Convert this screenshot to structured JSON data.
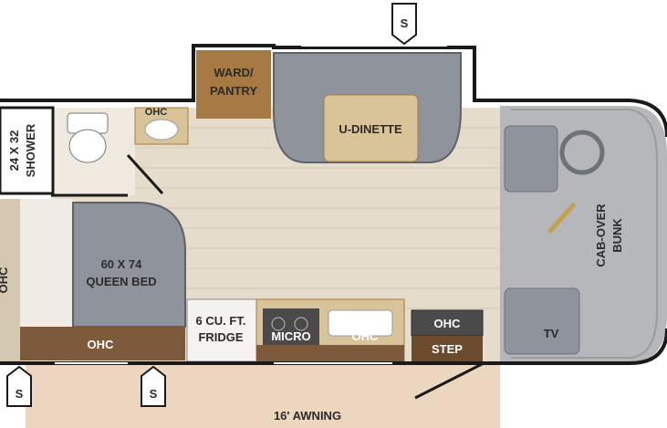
{
  "labels": {
    "ward_pantry_1": "WARD/",
    "ward_pantry_2": "PANTRY",
    "u_dinette": "U-DINETTE",
    "ohc_bath": "OHC",
    "shower_1": "24 X 32",
    "shower_2": "SHOWER",
    "bed_1": "60 X 74",
    "bed_2": "QUEEN BED",
    "ohc_bed": "OHC",
    "ohc_rear": "OHC",
    "fridge_1": "6 CU. FT.",
    "fridge_2": "FRIDGE",
    "micro": "MICRO",
    "ohc_galley": "OHC",
    "ohc_step": "OHC",
    "step": "STEP",
    "cabover_1": "CAB-OVER",
    "cabover_2": "BUNK",
    "tv": "TV",
    "awning": "16' AWNING",
    "slide_marker": "S"
  },
  "colors": {
    "floor": "#e6dccb",
    "floor_tile_line": "#d3c8b4",
    "outline": "#1a1a1a",
    "cabinet_wood": "#a77a43",
    "cabinet_light": "#d9c49a",
    "upholstery_gray": "#8f949c",
    "cab_gray": "#b5b7ba",
    "awning_tan": "#ecd6bf",
    "wood_dark": "#6b4a2e",
    "ohc_wood": "#7d5a3c"
  }
}
